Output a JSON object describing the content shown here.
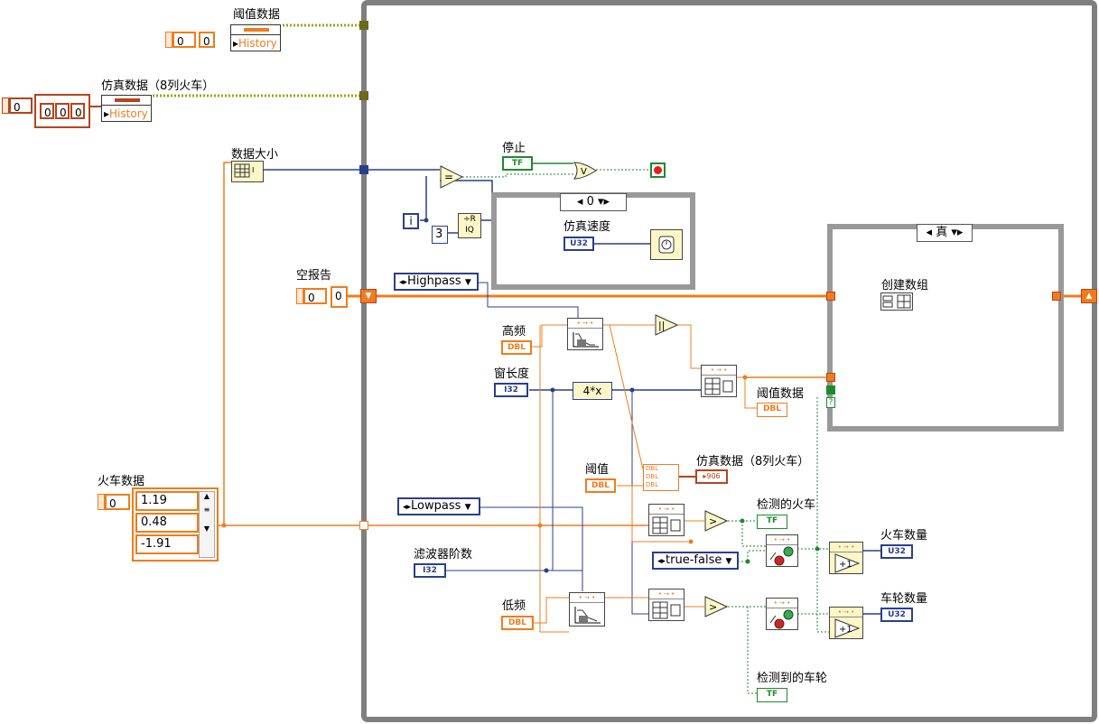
{
  "labels": {
    "threshold_data": "阈值数据",
    "sim_data_8": "仿真数据（8列火车）",
    "array_size": "数据大小",
    "stop": "停止",
    "sim_speed": "仿真速度",
    "empty_report": "空报告",
    "high_freq": "高频",
    "window_len": "窗长度",
    "threshold_data_out": "阈值数据",
    "threshold": "阈值",
    "sim_data_out": "仿真数据（8列火车）",
    "detected_train": "检测的火车",
    "train_count": "火车数量",
    "filter_order": "滤波器阶数",
    "wheel_count": "车轮数量",
    "low_freq": "低频",
    "detected_wheel": "检测到的车轮",
    "train_data": "火车数据",
    "build_array": "创建数组"
  },
  "controls": {
    "threshold_index": "0",
    "threshold_index2": "0",
    "history_text_1": "History",
    "sim_index": "0",
    "sim_idx_a": "0",
    "sim_idx_b": "0",
    "sim_idx_c": "0",
    "history_text_2": "History",
    "empty_report_index": "0",
    "empty_report_value": "0",
    "highpass_ring": "Highpass",
    "lowpass_ring": "Lowpass",
    "true_false_ring": "true-false",
    "case_selector_0": "0",
    "case_selector_true": "真",
    "train_data_index": "0",
    "train_values": [
      "1.19",
      "0.48",
      "-1.91"
    ],
    "loop_i": "i",
    "constant_3": "3",
    "expr_4x": "4*x"
  },
  "terminals": {
    "tf": "TF",
    "dbl": "DBL",
    "i32": "I32",
    "u32": "U32"
  },
  "colors": {
    "orange": "#f07c1c",
    "blue": "#2a3f8c",
    "green": "#1e8a2e",
    "olive": "#8a8a1e",
    "loop_gray": "#7f7f7f",
    "dark_orange": "#b5441a"
  }
}
